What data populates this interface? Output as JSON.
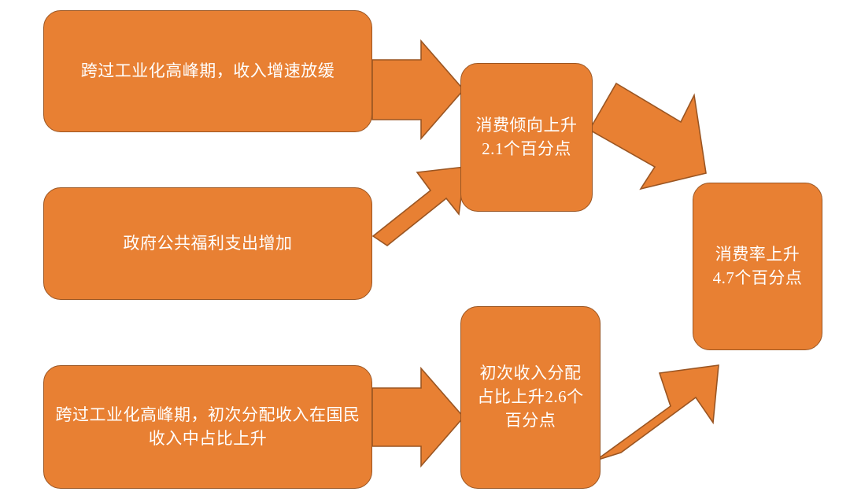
{
  "diagram": {
    "title": "",
    "colors": {
      "node_fill": "#E88033",
      "node_border": "#9A5522",
      "node_text": "#FFFFFF",
      "arrow_fill": "#E88033",
      "arrow_border": "#9A5522",
      "background": "#FFFFFF"
    },
    "nodes": [
      {
        "id": "income-slowdown",
        "label": "跨过工业化高峰期，收入增速放缓",
        "column": "source"
      },
      {
        "id": "welfare-spending",
        "label": "政府公共福利支出增加",
        "column": "source"
      },
      {
        "id": "primary-distribution",
        "label": "跨过工业化高峰期，初次分配收入在国民收入中占比上升",
        "column": "source"
      },
      {
        "id": "propensity",
        "label": "消费倾向上升2.1个百分点",
        "column": "middle"
      },
      {
        "id": "primary-share",
        "label": "初次收入分配占比上升2.6个百分点",
        "column": "middle"
      },
      {
        "id": "consumption-rate",
        "label": "消费率上升4.7个百分点",
        "column": "result"
      }
    ],
    "edges": [
      {
        "id": "edge-income-to-propensity",
        "from": "income-slowdown",
        "to": "propensity",
        "style": "block-arrow-right"
      },
      {
        "id": "edge-welfare-to-propensity",
        "from": "welfare-spending",
        "to": "propensity",
        "style": "block-arrow-up-right"
      },
      {
        "id": "edge-propensity-to-rate",
        "from": "propensity",
        "to": "consumption-rate",
        "style": "block-arrow-down-right"
      },
      {
        "id": "edge-distribution-to-share",
        "from": "primary-distribution",
        "to": "primary-share",
        "style": "block-arrow-right"
      },
      {
        "id": "edge-share-to-rate",
        "from": "primary-share",
        "to": "consumption-rate",
        "style": "block-arrow-up-right"
      }
    ]
  }
}
